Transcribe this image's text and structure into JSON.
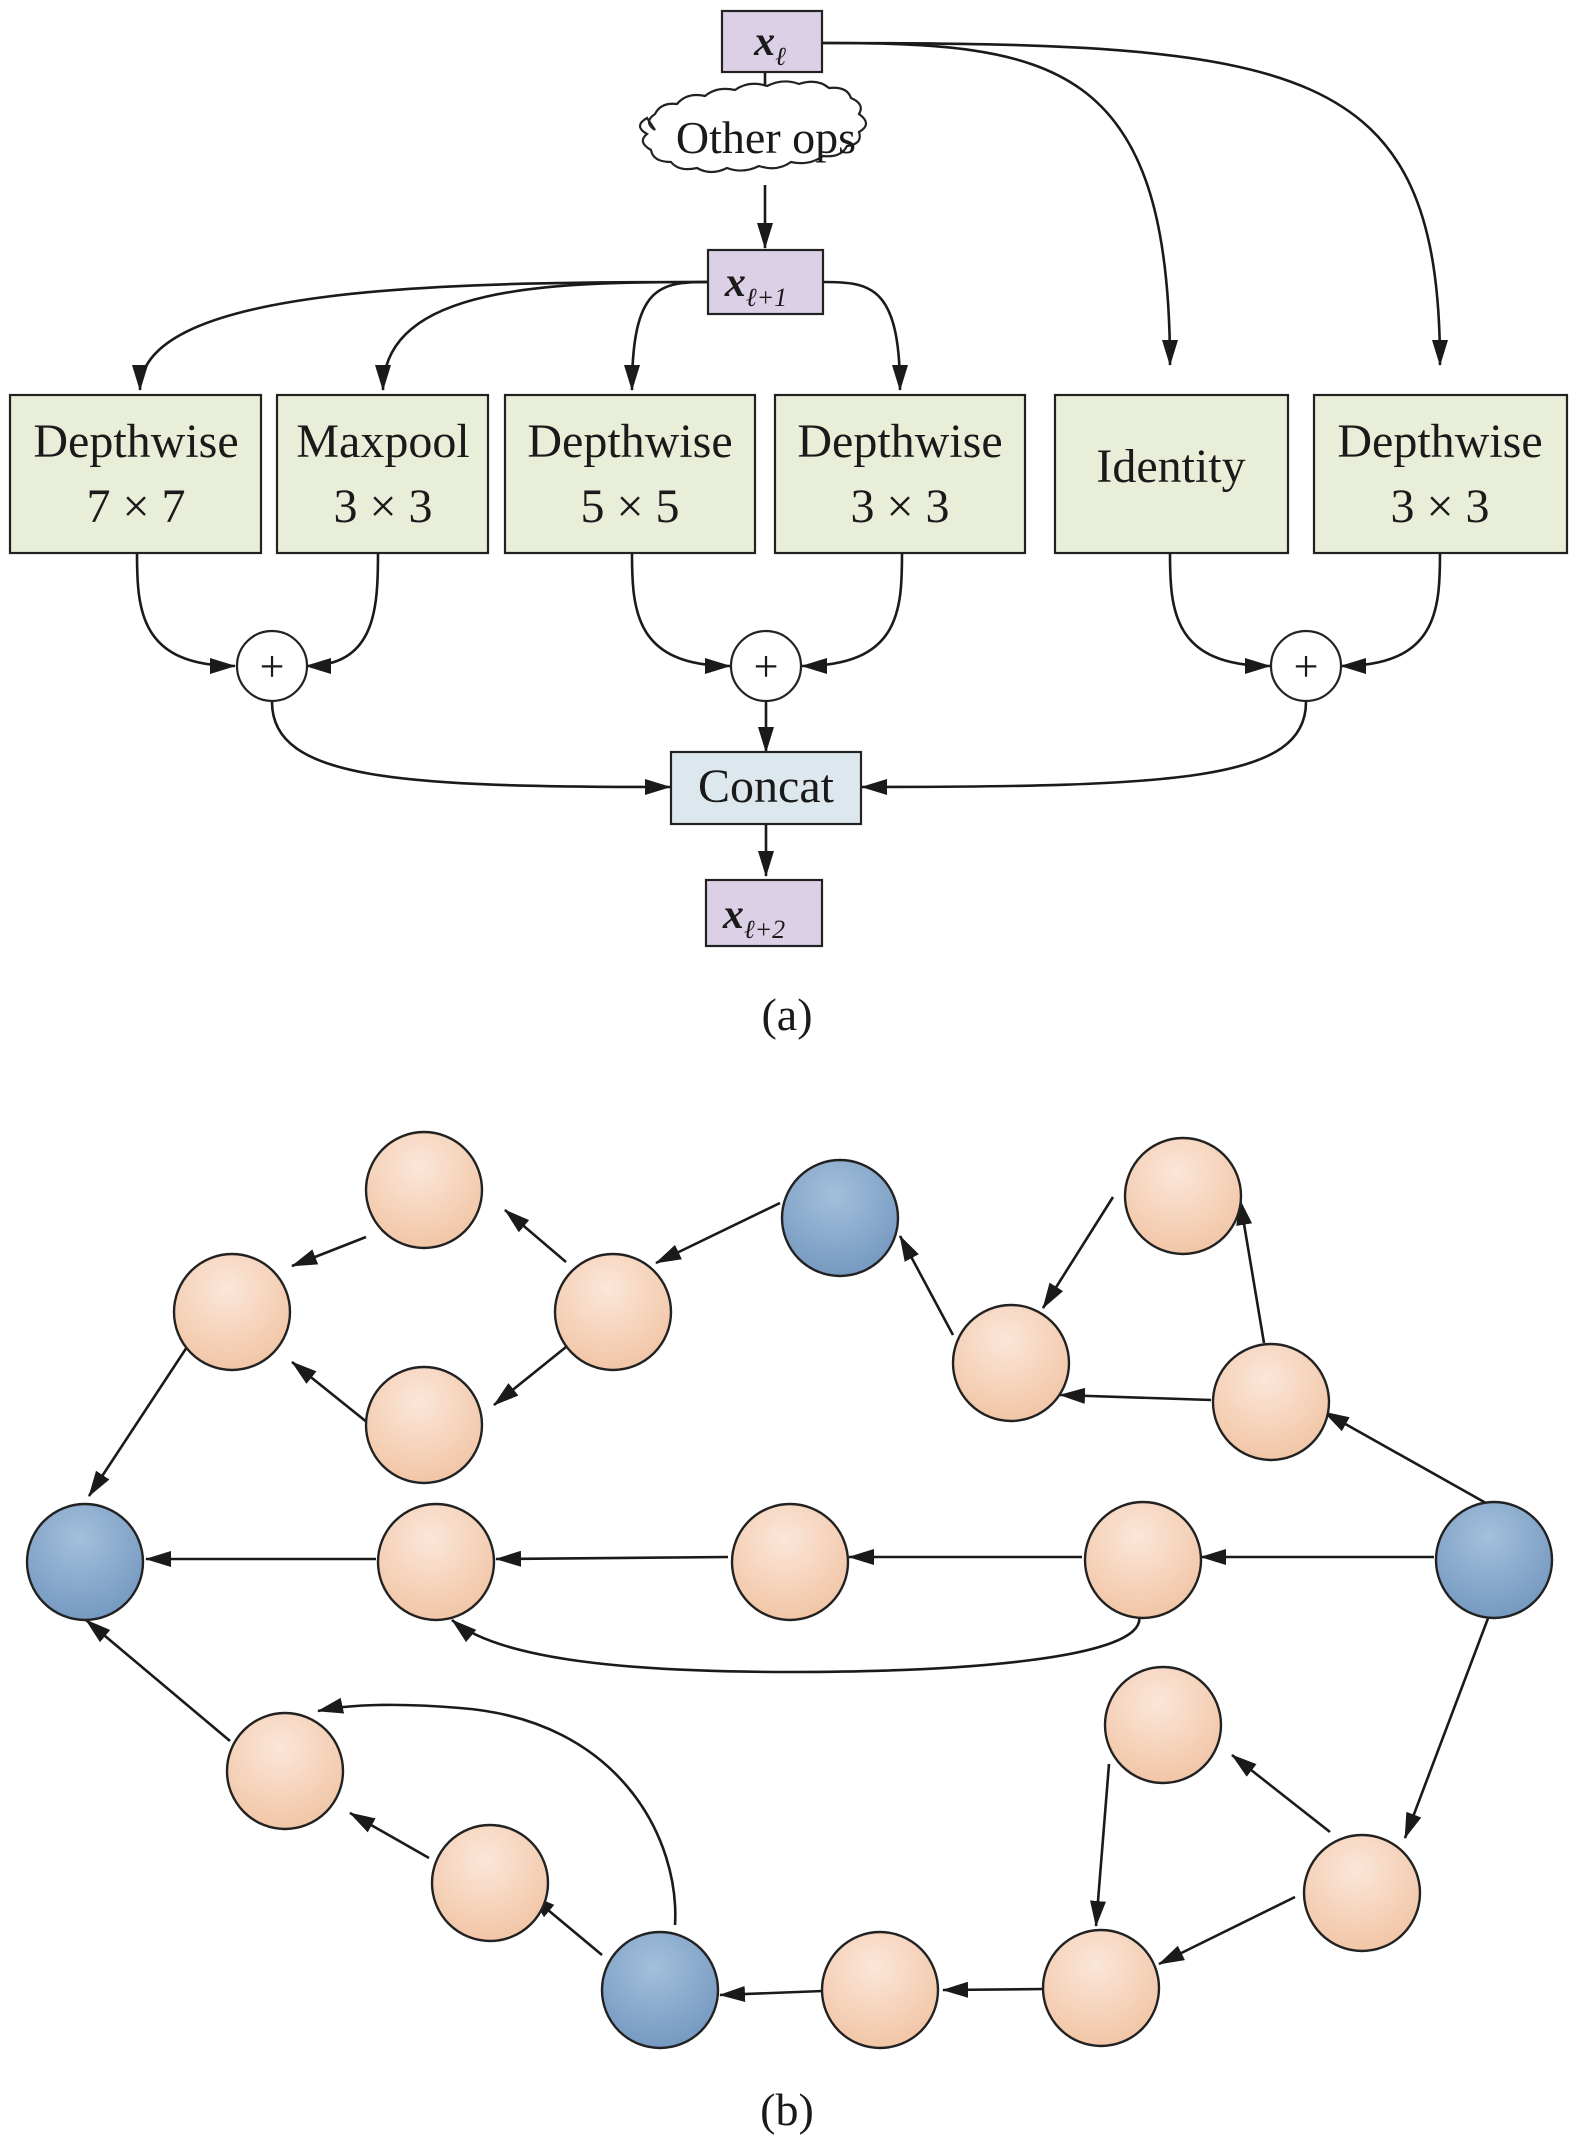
{
  "panel_a": {
    "caption": "(a)",
    "x_l": {
      "base": "x",
      "sub": "ℓ"
    },
    "x_l1": {
      "base": "x",
      "sub": "ℓ+1"
    },
    "x_l2": {
      "base": "x",
      "sub": "ℓ+2"
    },
    "other_ops": "Other ops",
    "ops": [
      {
        "line1": "Depthwise",
        "line2": "7 × 7"
      },
      {
        "line1": "Maxpool",
        "line2": "3 × 3"
      },
      {
        "line1": "Depthwise",
        "line2": "5 × 5"
      },
      {
        "line1": "Depthwise",
        "line2": "3 × 3"
      },
      {
        "line1": "Identity",
        "line2": ""
      },
      {
        "line1": "Depthwise",
        "line2": "3 × 3"
      }
    ],
    "sum_symbol": "+",
    "concat": "Concat"
  },
  "panel_b": {
    "caption": "(b)",
    "colors": {
      "blue_node": "#7d9fc4",
      "orange_node": "#f4cdb4"
    },
    "node_kinds": [
      "orange",
      "orange",
      "orange",
      "orange",
      "blue",
      "orange",
      "orange",
      "orange",
      "blue",
      "orange",
      "orange",
      "orange",
      "blue",
      "orange",
      "orange",
      "orange",
      "orange",
      "orange",
      "orange",
      "blue",
      "orange"
    ]
  }
}
